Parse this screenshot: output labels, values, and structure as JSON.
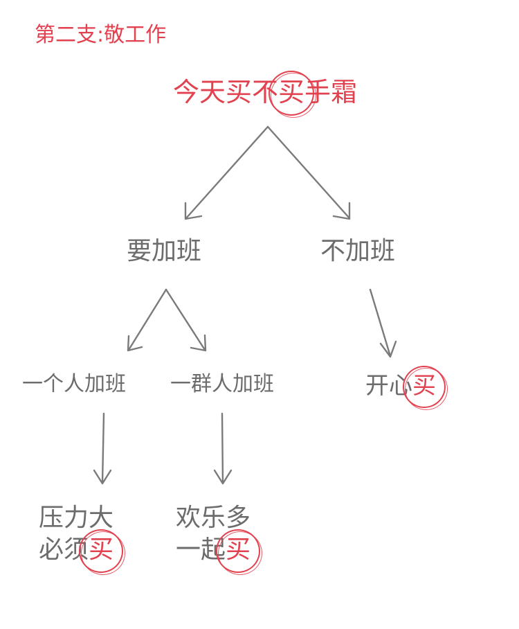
{
  "diagram": {
    "label": "第二支:敬工作",
    "root": {
      "text": "今天买不",
      "circled": "买",
      "tail": "手霜"
    },
    "branches": {
      "overtime": "要加班",
      "no_overtime": "不加班",
      "alone": "一个人加班",
      "group": "一群人加班",
      "happy": {
        "text": "开心",
        "circled": "买"
      },
      "alone_result": {
        "line1": "压力大",
        "line2": "必须",
        "circled": "买"
      },
      "group_result": {
        "line1": "欢乐多",
        "line2": "一起",
        "circled": "买"
      }
    }
  },
  "colors": {
    "accent": "#e2414f",
    "ink": "#6c6c6c",
    "arrow": "#7a7a7a"
  }
}
